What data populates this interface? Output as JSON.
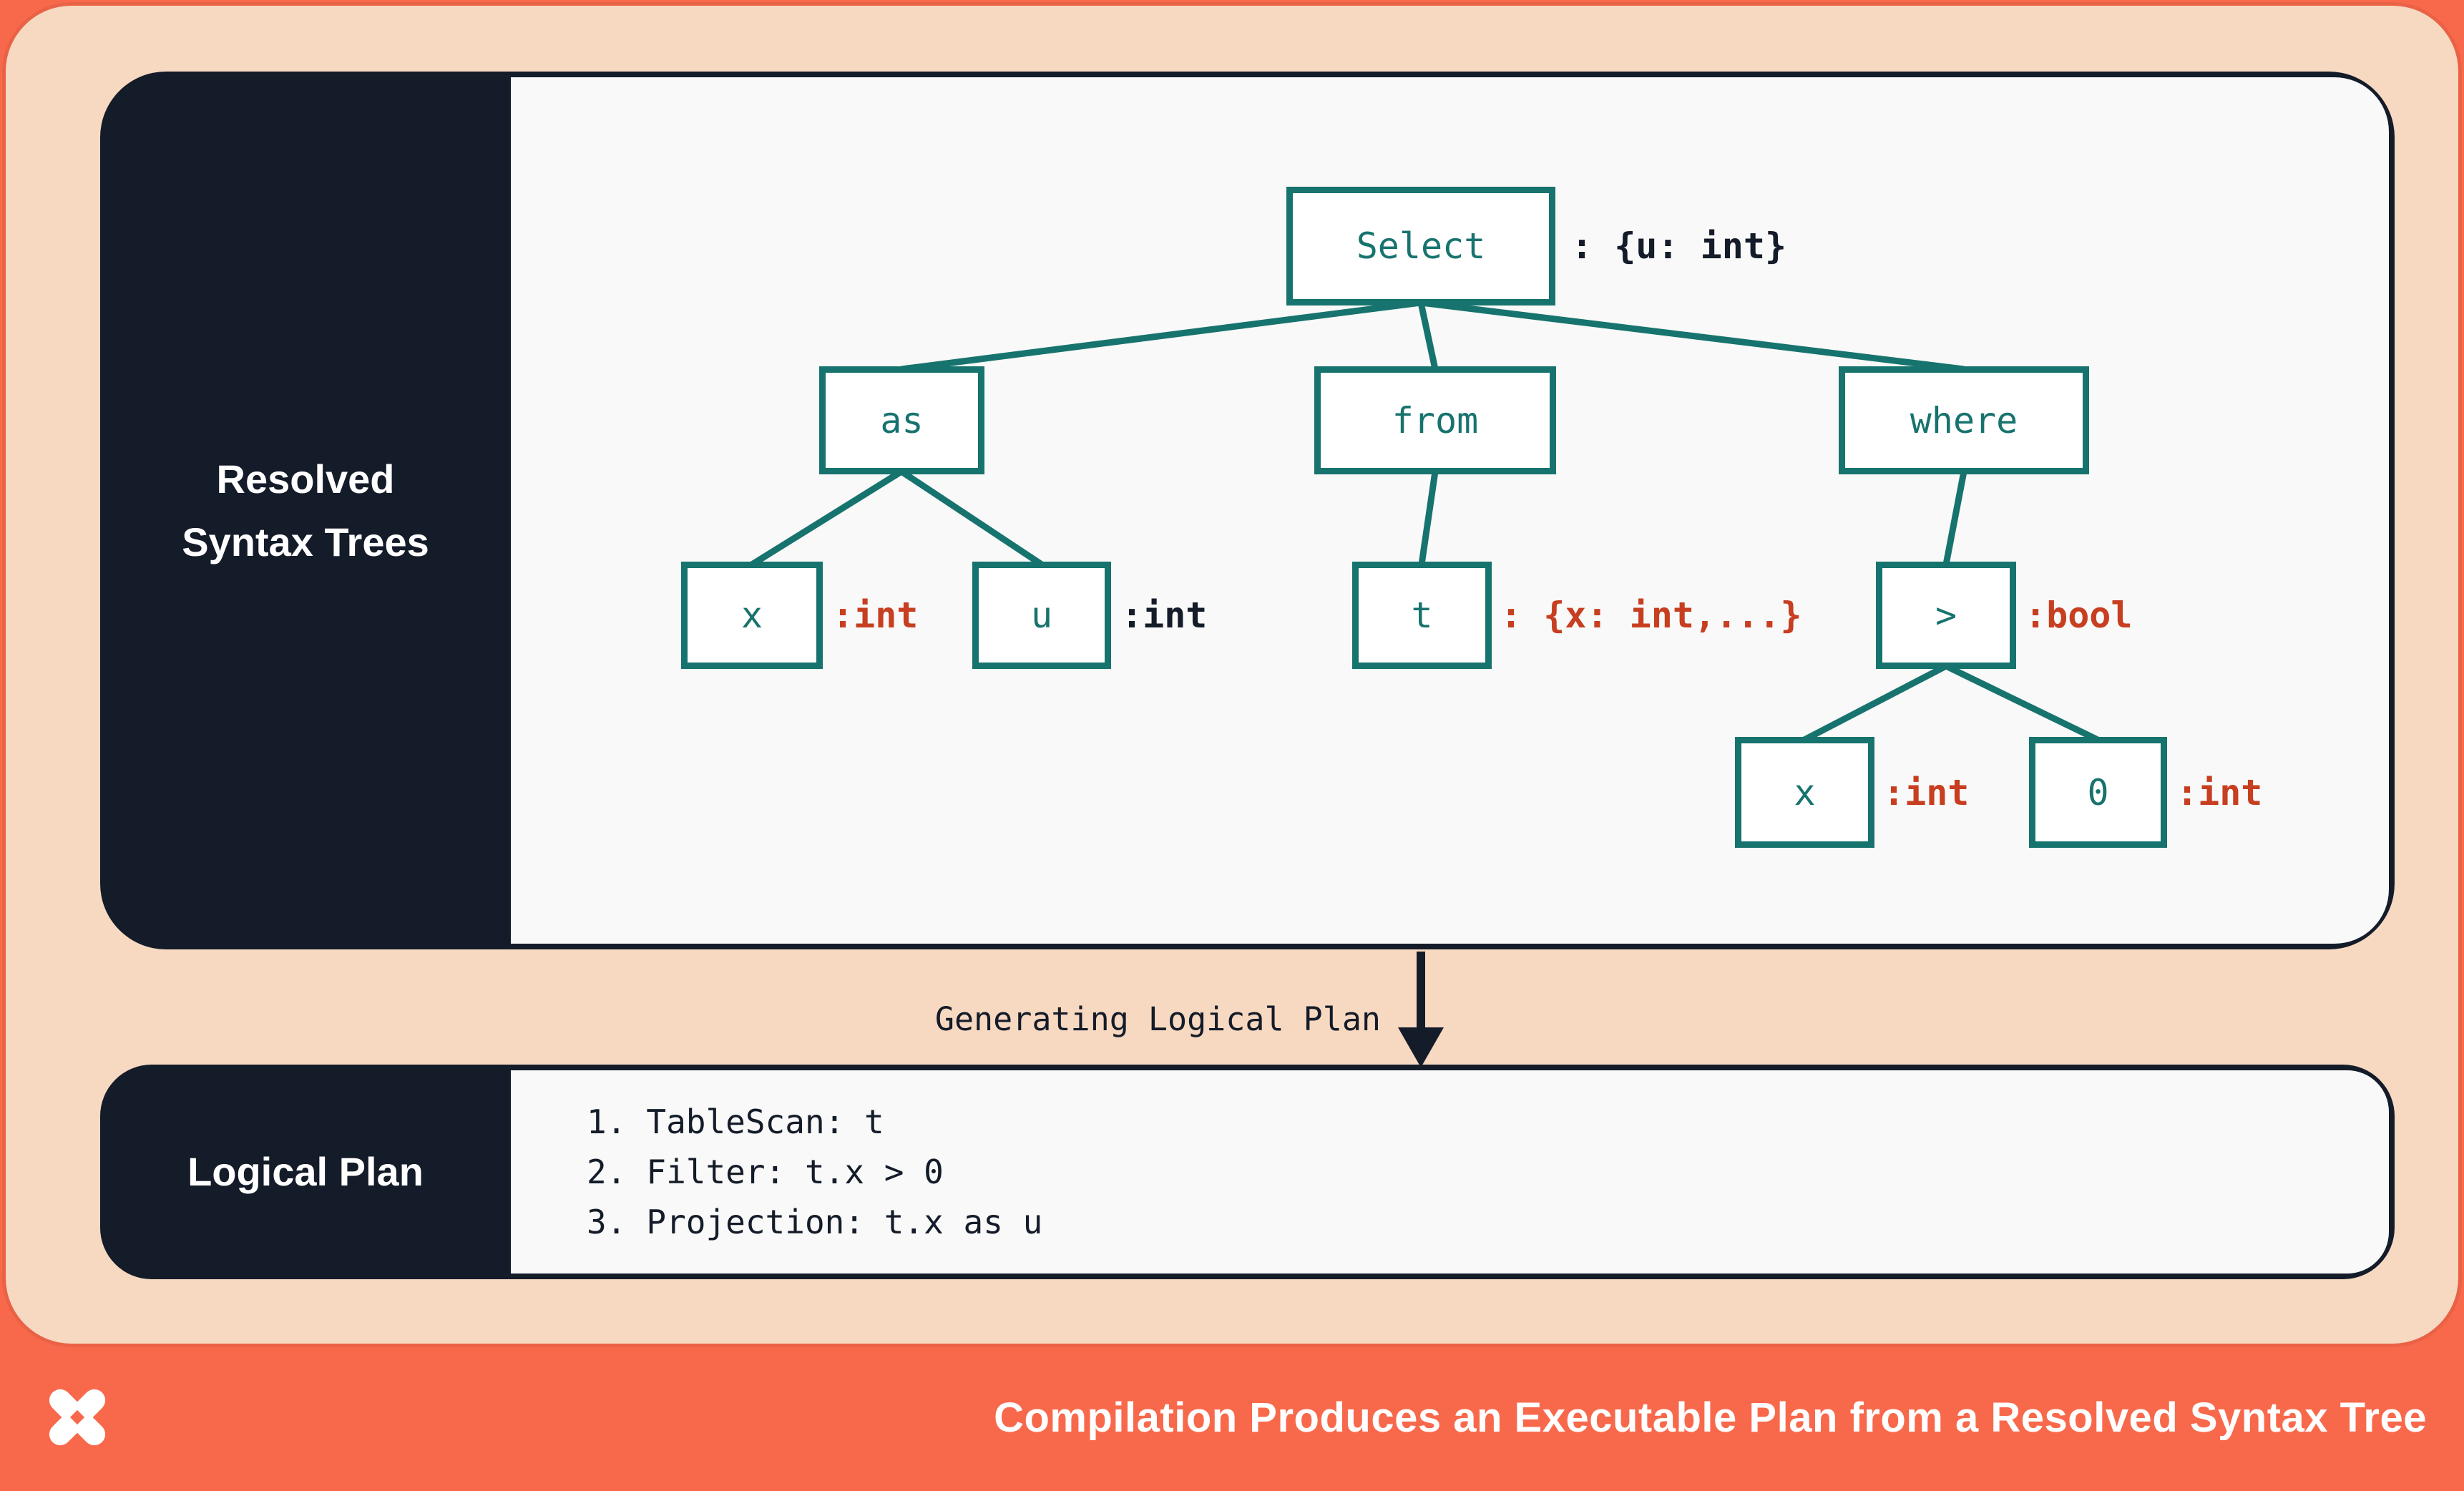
{
  "colors": {
    "coral": "#F8694C",
    "peach": "#F7D9C1",
    "navy": "#141B29",
    "offwhite": "#F8F9F8",
    "teal": "#17736E",
    "rust": "#C73E20",
    "white": "#FFFFFF"
  },
  "resolved_panel": {
    "sidebar_label_line1": "Resolved",
    "sidebar_label_line2": "Syntax Trees",
    "tree": {
      "select": {
        "label": "Select",
        "annotation": ": {u: int}"
      },
      "as_node": {
        "label": "as"
      },
      "from_node": {
        "label": "from"
      },
      "where_node": {
        "label": "where"
      },
      "x_alias": {
        "label": "x",
        "annotation": ":int"
      },
      "u_alias": {
        "label": "u",
        "annotation": ":int"
      },
      "t_table": {
        "label": "t",
        "annotation": ": {x: int,...}"
      },
      "gt_op": {
        "label": ">",
        "annotation": ":bool"
      },
      "x_operand": {
        "label": "x",
        "annotation": ":int"
      },
      "zero_operand": {
        "label": "0",
        "annotation": ":int"
      }
    }
  },
  "transition": {
    "label": "Generating Logical Plan"
  },
  "logical_panel": {
    "sidebar_label": "Logical Plan",
    "steps": [
      {
        "num": "1.",
        "text": "TableScan: t"
      },
      {
        "num": "2.",
        "text": "Filter: t.x > 0"
      },
      {
        "num": "3.",
        "text": "Projection: t.x as u"
      }
    ]
  },
  "footer": {
    "title": "Compilation Produces an Executable Plan from a Resolved Syntax Tree",
    "logo": "x-pinwheel-logo"
  }
}
